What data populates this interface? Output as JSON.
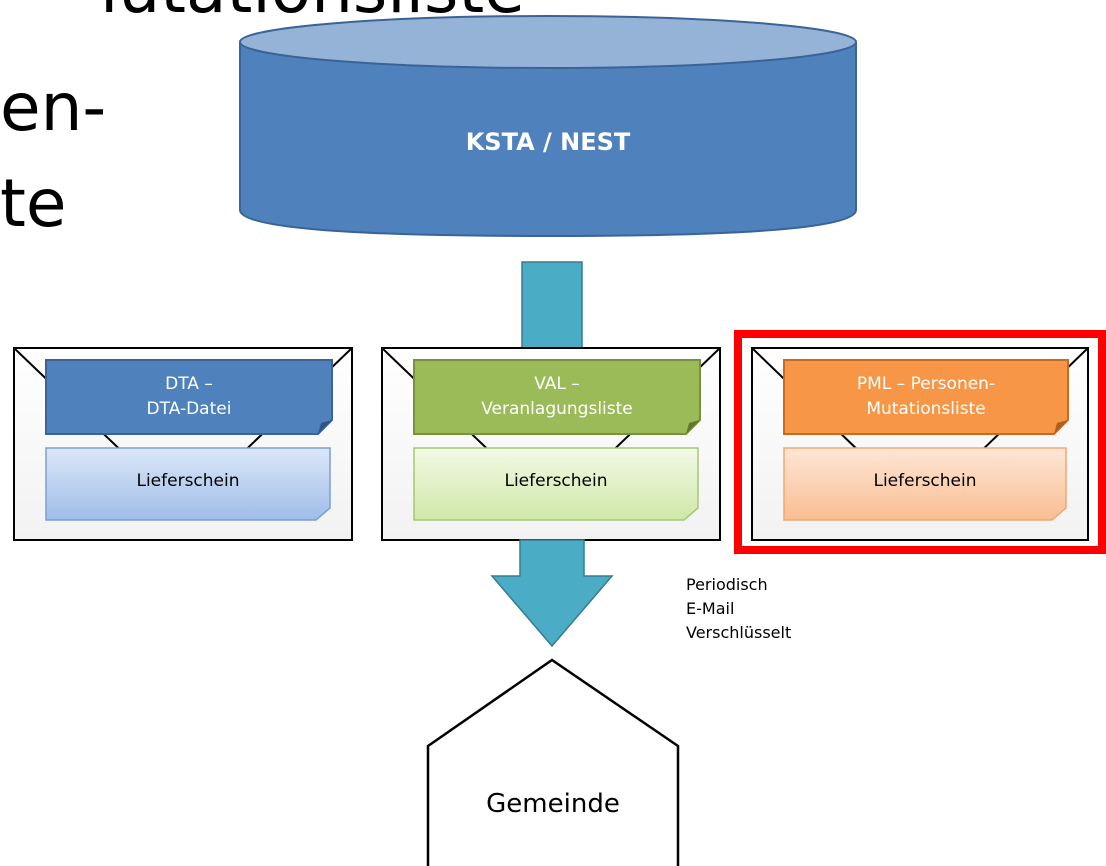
{
  "slide": {
    "title_fragments": [
      "ıutationsliste",
      "en-",
      "te"
    ]
  },
  "database": {
    "label": "KSTA / NEST"
  },
  "envelopes": [
    {
      "doc_line1": "DTA –",
      "doc_line2": "DTA-Datei",
      "slip_label": "Lieferschein",
      "highlighted": false,
      "doc_color": "#4f81bd",
      "slip_color": "#bcd2f0"
    },
    {
      "doc_line1": "VAL –",
      "doc_line2": "Veranlagungsliste",
      "slip_label": "Lieferschein",
      "highlighted": false,
      "doc_color": "#9bbb59",
      "slip_color": "#e3f2c8"
    },
    {
      "doc_line1": "PML – Personen-",
      "doc_line2": "Mutationsliste",
      "slip_label": "Lieferschein",
      "highlighted": true,
      "doc_color": "#f79646",
      "slip_color": "#fcd3b3"
    }
  ],
  "delivery_note": {
    "lines": [
      "Periodisch",
      "E-Mail",
      "Verschlüsselt"
    ]
  },
  "recipient": {
    "label": "Gemeinde"
  },
  "colors": {
    "arrow": "#4bacc6",
    "database_fill": "#4f81bd",
    "database_top": "#95b3d7",
    "highlight_frame": "#ff0000"
  }
}
